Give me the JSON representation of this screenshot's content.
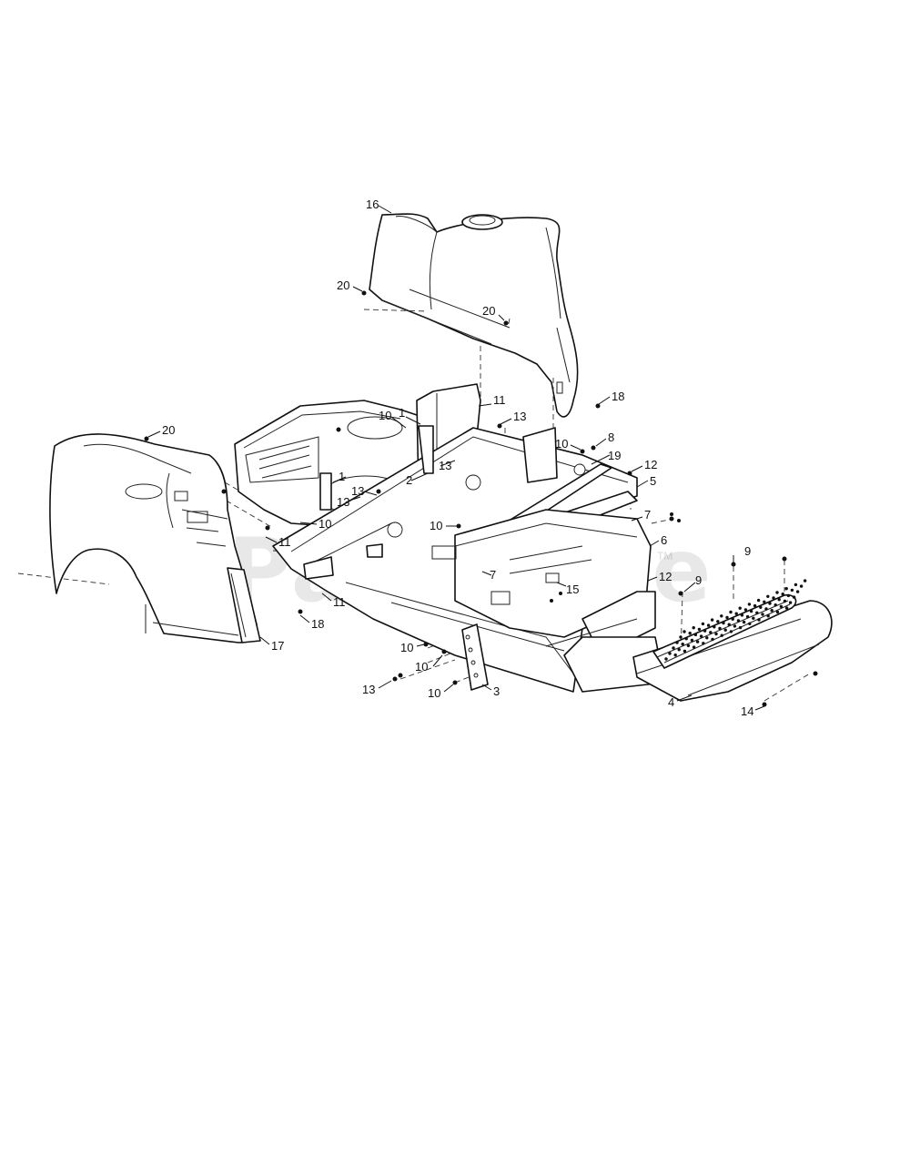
{
  "watermark": {
    "text": "PartsTree",
    "trademark": "TM"
  },
  "callouts": [
    {
      "id": "c16",
      "label": "16"
    },
    {
      "id": "c20a",
      "label": "20"
    },
    {
      "id": "c20b",
      "label": "20"
    },
    {
      "id": "c18a",
      "label": "18"
    },
    {
      "id": "c11a",
      "label": "11"
    },
    {
      "id": "c1a",
      "label": "1"
    },
    {
      "id": "c13a",
      "label": "13"
    },
    {
      "id": "c10a",
      "label": "10"
    },
    {
      "id": "c8",
      "label": "8"
    },
    {
      "id": "c19",
      "label": "19"
    },
    {
      "id": "c12a",
      "label": "12"
    },
    {
      "id": "c5",
      "label": "5"
    },
    {
      "id": "c20c",
      "label": "20"
    },
    {
      "id": "c10b",
      "label": "10"
    },
    {
      "id": "c13b",
      "label": "13"
    },
    {
      "id": "c2",
      "label": "2"
    },
    {
      "id": "c1b",
      "label": "1"
    },
    {
      "id": "c13c",
      "label": "13"
    },
    {
      "id": "c13d",
      "label": "13"
    },
    {
      "id": "c10c",
      "label": "10"
    },
    {
      "id": "c10d",
      "label": "10"
    },
    {
      "id": "c7a",
      "label": "7"
    },
    {
      "id": "c6",
      "label": "6"
    },
    {
      "id": "c9a",
      "label": "9"
    },
    {
      "id": "c11b",
      "label": "11"
    },
    {
      "id": "c7b",
      "label": "7"
    },
    {
      "id": "c12b",
      "label": "12"
    },
    {
      "id": "c15",
      "label": "15"
    },
    {
      "id": "c9b",
      "label": "9"
    },
    {
      "id": "c11c",
      "label": "11"
    },
    {
      "id": "c18b",
      "label": "18"
    },
    {
      "id": "c17",
      "label": "17"
    },
    {
      "id": "c10e",
      "label": "10"
    },
    {
      "id": "c10f",
      "label": "10"
    },
    {
      "id": "c13e",
      "label": "13"
    },
    {
      "id": "c10g",
      "label": "10"
    },
    {
      "id": "c3",
      "label": "3"
    },
    {
      "id": "c4",
      "label": "4"
    },
    {
      "id": "c14",
      "label": "14"
    }
  ]
}
